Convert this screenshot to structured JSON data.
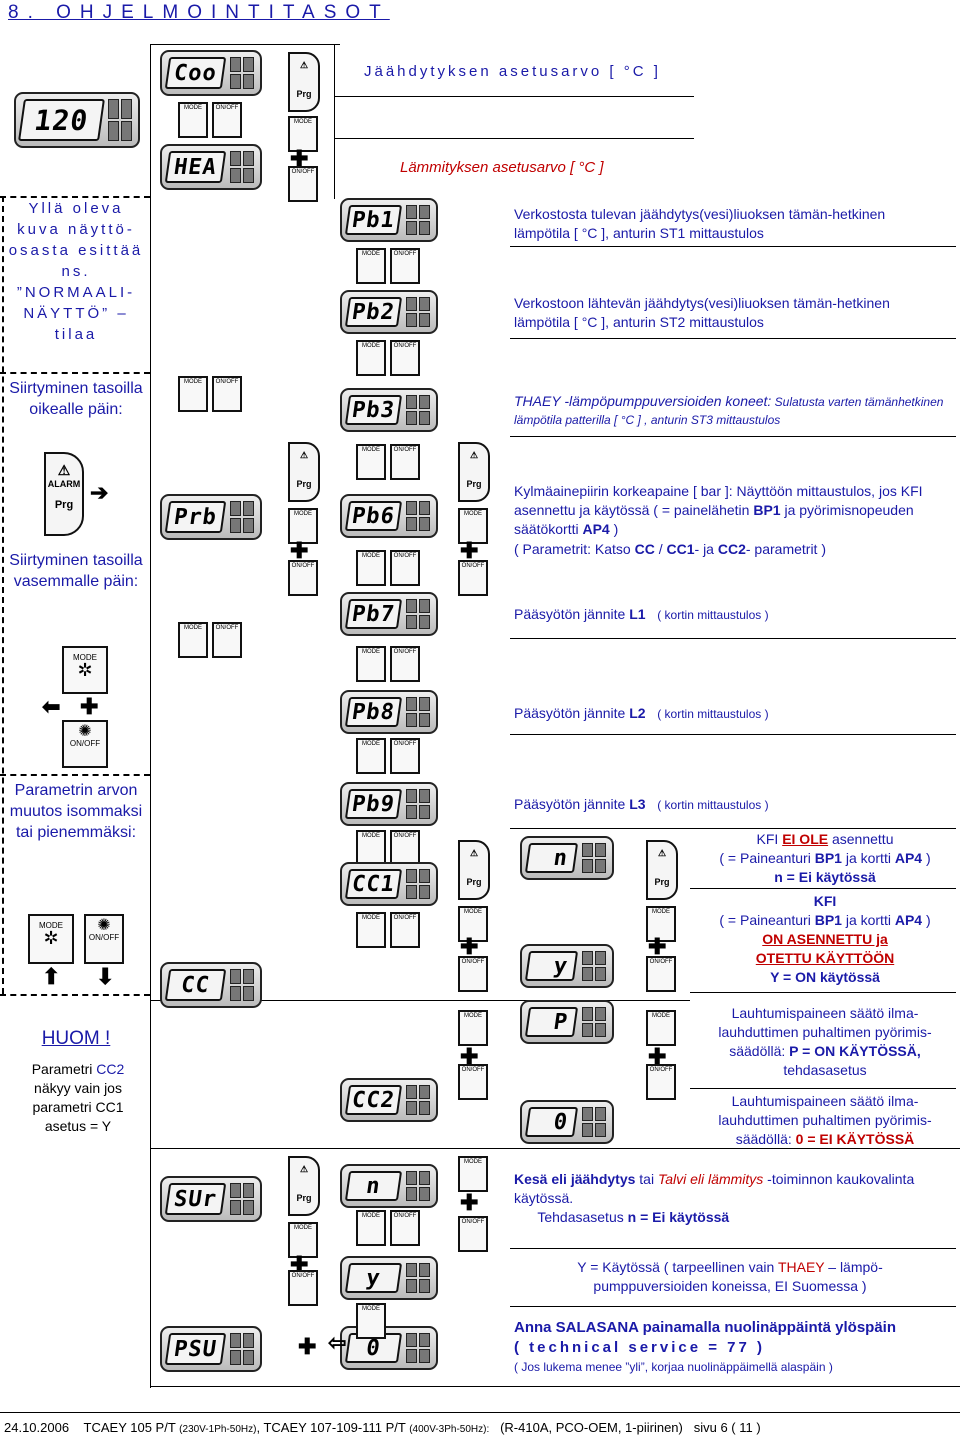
{
  "page_title": "8.   OHJELMOINTITASOT",
  "left": {
    "normal_view": "Yllä oleva kuva näyttö-osasta esittää ns. ”NORMAALI-NÄYTTÖ” – tilaa",
    "move_right": "Siirtyminen tasoilla oikealle päin:",
    "move_left": "Siirtyminen tasoilla vasemmalle päin:",
    "param_change": "Parametrin arvon muutos isommaksi tai pienemmäksi:",
    "huom": "HUOM !",
    "huom_text_1": "Parametri ",
    "huom_text_cc2": "CC2",
    "huom_text_2": " näkyy vain jos parametri CC1 asetus = Y"
  },
  "displays": {
    "main": "120",
    "coo": "Coo",
    "hea": "HEA",
    "pb1": "Pb1",
    "pb2": "Pb2",
    "pb3": "Pb3",
    "prb": "Prb",
    "pb6": "Pb6",
    "pb7": "Pb7",
    "pb8": "Pb8",
    "pb9": "Pb9",
    "cc1": "CC1",
    "cc": "CC",
    "cc2": "CC2",
    "sur": "SUr",
    "psu": "PSU",
    "n1": "n",
    "y1": "y",
    "p": "P",
    "zero": "0",
    "n2": "n",
    "y2": "y",
    "zero2": "0"
  },
  "buttons": {
    "alarm": "ALARM",
    "prg": "Prg",
    "mode": "MODE",
    "onoff": "ON/OFF"
  },
  "rows": {
    "coo_label": "Jäähdytyksen asetusarvo [ °C ]",
    "hea_label": "Lämmityksen asetusarvo [ °C ]",
    "pb1_text": "Verkostosta tulevan jäähdytys(vesi)liuoksen tämän-hetkinen lämpötila [ °C ],  anturin ST1 mittaustulos",
    "pb2_text": "Verkostoon lähtevän jäähdytys(vesi)liuoksen tämän-hetkinen lämpötila [ °C ],  anturin ST2 mittaustulos",
    "pb3_lead": "THAEY -lämpöpumppuversioiden koneet:",
    "pb3_rest": " Sulatusta varten tämänhetkinen lämpötila patterilla [ °C ] , anturin ST3 mittaustulos",
    "pb6_a": "Kylmäainepiirin korkeapaine [ bar ]: Näyttöön mittaustulos, jos KFI asennettu ja käytössä ( = painelähetin ",
    "pb6_bp1": "BP1",
    "pb6_b": " ja pyörimisnopeuden säätökortti ",
    "pb6_ap4": "AP4",
    "pb6_c": " )",
    "pb6_d": "( Parametrit: Katso ",
    "pb6_cc": "CC",
    "pb6_e": "  /  ",
    "pb6_cc1": "CC1",
    "pb6_f": "- ja ",
    "pb6_cc2": "CC2",
    "pb6_g": "- parametrit )",
    "pb7_main": "Pääsyötön jännite ",
    "pb7_l": "L1",
    "pb7_note": "( kortin mittaustulos )",
    "pb8_main": "Pääsyötön jännite ",
    "pb8_l": "L2",
    "pb8_note": "( kortin mittaustulos )",
    "pb9_main": "Pääsyötön jännite ",
    "pb9_l": "L3",
    "pb9_note": "( kortin mittaustulos )",
    "cc1_n_1": "KFI ",
    "cc1_n_ei": "EI OLE",
    "cc1_n_2": " asennettu",
    "cc1_n_3": "( = Paineanturi ",
    "cc1_n_bp1": "BP1",
    "cc1_n_4": " ja kortti ",
    "cc1_n_ap4": "AP4",
    "cc1_n_5": " )",
    "cc1_n_6": "n = Ei käytössä",
    "cc1_y_1": "KFI",
    "cc1_y_2": "( = Paineanturi ",
    "cc1_y_bp1": "BP1",
    "cc1_y_3": " ja kortti ",
    "cc1_y_ap4": "AP4",
    "cc1_y_4": " )",
    "cc1_y_5": "ON ASENNETTU  ja",
    "cc1_y_6": "OTETTU KÄYTTÖÖN",
    "cc1_y_7": "Y = ON käytössä",
    "cc2_p_1": "Lauhtumispaineen säätö ilma-lauhduttimen puhaltimen pyörimis-säädöllä:  ",
    "cc2_p_2": "P = ON KÄYTÖSSÄ,",
    "cc2_p_3": "tehdasasetus",
    "cc2_0_1": "Lauhtumispaineen säätö ilma-lauhduttimen puhaltimen pyörimis-säädöllä:  ",
    "cc2_0_2": "0 = EI KÄYTÖSSÄ",
    "sur_1a": "Kesä eli jäähdytys",
    "sur_1b": " tai ",
    "sur_1c": "Talvi eli lämmitys",
    "sur_1d": " -toiminnon kaukovalinta käytössä.",
    "sur_2a": "Tehdasasetus  ",
    "sur_2b": "n = Ei käytössä",
    "sur_y_1": "Y = Käytössä ( tarpeellinen vain ",
    "sur_y_thaey": "THAEY",
    "sur_y_2": " – lämpö-pumppuversioiden koneissa, EI Suomessa )",
    "psu_1": "Anna SALASANA painamalla nuolinäppäintä ylöspäin",
    "psu_2": "( technical service = 77  )",
    "psu_3": "( Jos lukema menee ”yli”, korjaa nuolinäppäimellä alaspäin )"
  },
  "footer": {
    "date": "24.10.2006",
    "model1": "TCAEY 105 P/T",
    "spec1": "(230V-1Ph-50Hz)",
    "sep": ",",
    "model2": "TCAEY 107-109-111 P/T",
    "spec2": "(400V-3Ph-50Hz):",
    "refrig": "(R-410A,  PCO-OEM, 1-piirinen)",
    "page": "sivu 6  ( 11  )"
  }
}
